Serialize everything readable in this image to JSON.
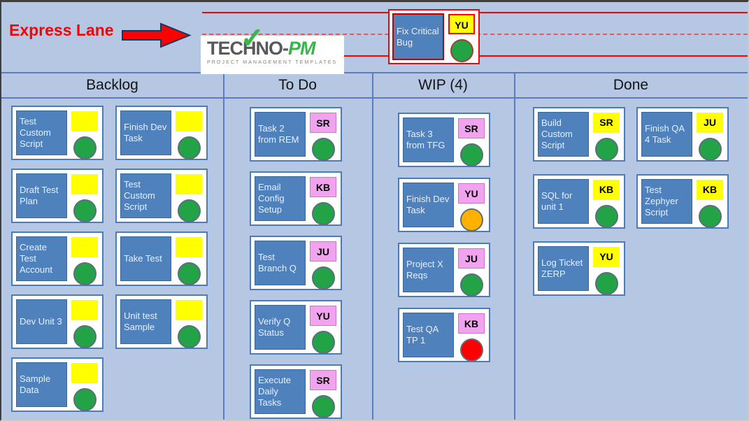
{
  "palette": {
    "yellow": "#FFFF00",
    "pink": "#F2A3EF",
    "green": "#22A346",
    "orange": "#FFB100",
    "red": "#FF0000",
    "card_blue": "#4F81BD",
    "board_bg": "#B5C7E3",
    "line_red": "#FF0000",
    "table_border_blue": "#5B7CC0"
  },
  "express": {
    "label": "Express Lane",
    "card": {
      "title": "Fix Critical Bug",
      "badge": "YU",
      "badge_color": "yellow",
      "status": "green"
    },
    "logo": {
      "part1": "TECHNO-",
      "part2": "PM",
      "subtitle": "PROJECT MANAGEMENT TEMPLATES"
    }
  },
  "columns": [
    {
      "label": "Backlog",
      "cards": [
        {
          "title": "Test Custom Script",
          "badge": "",
          "badge_color": "yellow",
          "status": "green"
        },
        {
          "title": "Finish Dev Task",
          "badge": "",
          "badge_color": "yellow",
          "status": "green"
        },
        {
          "title": "Draft Test Plan",
          "badge": "",
          "badge_color": "yellow",
          "status": "green"
        },
        {
          "title": "Test Custom Script",
          "badge": "",
          "badge_color": "yellow",
          "status": "green"
        },
        {
          "title": "Create Test Account",
          "badge": "",
          "badge_color": "yellow",
          "status": "green"
        },
        {
          "title": "Take Test",
          "badge": "",
          "badge_color": "yellow",
          "status": "green"
        },
        {
          "title": "Dev Unit 3",
          "badge": "",
          "badge_color": "yellow",
          "status": "green"
        },
        {
          "title": "Unit test Sample",
          "badge": "",
          "badge_color": "yellow",
          "status": "green"
        },
        {
          "title": "Sample Data",
          "badge": "",
          "badge_color": "yellow",
          "status": "green"
        }
      ]
    },
    {
      "label": "To Do",
      "cards": [
        {
          "title": "Task 2 from REM",
          "badge": "SR",
          "badge_color": "pink",
          "status": "green"
        },
        {
          "title": "Email Config Setup",
          "badge": "KB",
          "badge_color": "pink",
          "status": "green"
        },
        {
          "title": "Test Branch Q",
          "badge": "JU",
          "badge_color": "pink",
          "status": "green"
        },
        {
          "title": "Verify Q Status",
          "badge": "YU",
          "badge_color": "pink",
          "status": "green"
        },
        {
          "title": "Execute Daily Tasks",
          "badge": "SR",
          "badge_color": "pink",
          "status": "green"
        }
      ]
    },
    {
      "label": "WIP (4)",
      "cards": [
        {
          "title": "Task 3 from TFG",
          "badge": "SR",
          "badge_color": "pink",
          "status": "green"
        },
        {
          "title": "Finish Dev Task",
          "badge": "YU",
          "badge_color": "pink",
          "status": "orange"
        },
        {
          "title": "Project X Reqs",
          "badge": "JU",
          "badge_color": "pink",
          "status": "green"
        },
        {
          "title": "Test QA TP 1",
          "badge": "KB",
          "badge_color": "pink",
          "status": "red"
        }
      ]
    },
    {
      "label": "Done",
      "cards": [
        {
          "title": "Build Custom Script",
          "badge": "SR",
          "badge_color": "yellow",
          "status": "green"
        },
        {
          "title": "Finish QA 4 Task",
          "badge": "JU",
          "badge_color": "yellow",
          "status": "green"
        },
        {
          "title": "SQL for unit 1",
          "badge": "KB",
          "badge_color": "yellow",
          "status": "green"
        },
        {
          "title": "Test Zephyer Script",
          "badge": "KB",
          "badge_color": "yellow",
          "status": "green"
        },
        {
          "title": "Log Ticket ZERP",
          "badge": "YU",
          "badge_color": "yellow",
          "status": "green"
        }
      ]
    }
  ]
}
